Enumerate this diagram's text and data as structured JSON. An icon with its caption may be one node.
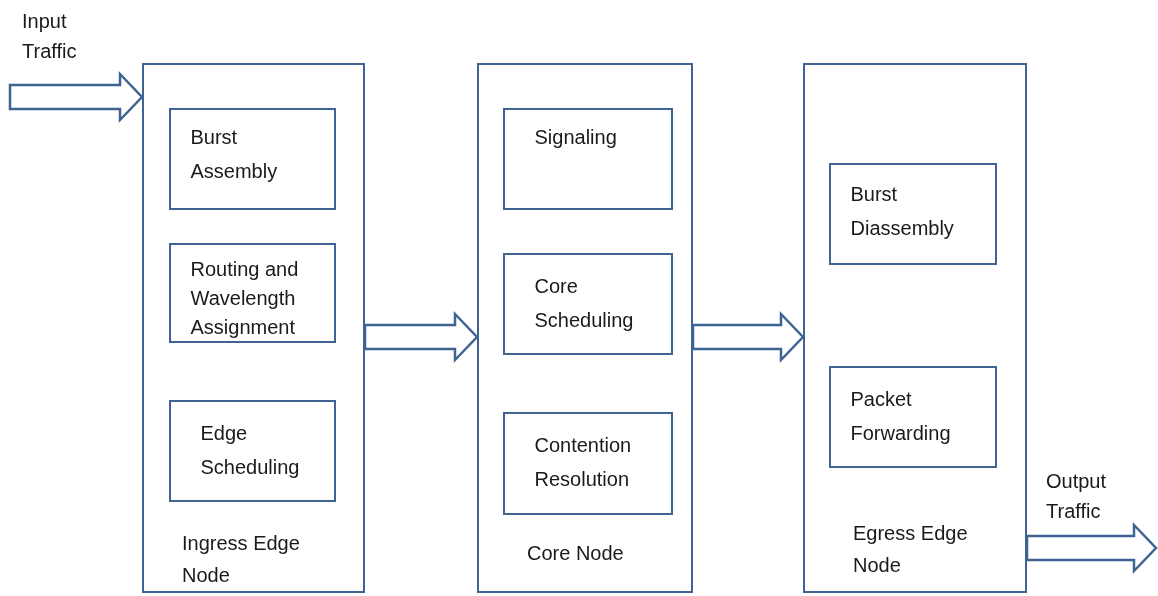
{
  "diagram": {
    "nodes": [
      {
        "text": [
          "Ingress Edge Node"
        ]
      },
      {
        "text": [
          "Burst Assembly"
        ],
        "in": 0
      },
      {
        "text": [
          "Routing and Wavelength Assignment"
        ],
        "in": 0
      },
      {
        "text": [
          "Edge Scheduling"
        ],
        "in": 0
      },
      {
        "text": [
          "Core Node"
        ]
      },
      {
        "text": [
          "Signaling"
        ],
        "in": 4
      },
      {
        "text": [
          "Core Scheduling"
        ],
        "in": 4
      },
      {
        "text": [
          "Contention Resolution"
        ],
        "in": 4
      },
      {
        "text": [
          "Egress Edge Node"
        ]
      },
      {
        "text": [
          "Burst Diassembly"
        ],
        "in": 8
      },
      {
        "text": [
          "Packet Forwarding"
        ],
        "in": 8
      }
    ],
    "edges": [
      {
        "from": null,
        "to": 0,
        "arrow": "to"
      },
      {
        "from": 0,
        "to": 4,
        "arrow": "to"
      },
      {
        "from": 4,
        "to": 8,
        "arrow": "to"
      },
      {
        "from": 8,
        "to": null,
        "arrow": "to"
      }
    ],
    "labels": [
      "Input Traffic",
      "Output Traffic"
    ]
  }
}
